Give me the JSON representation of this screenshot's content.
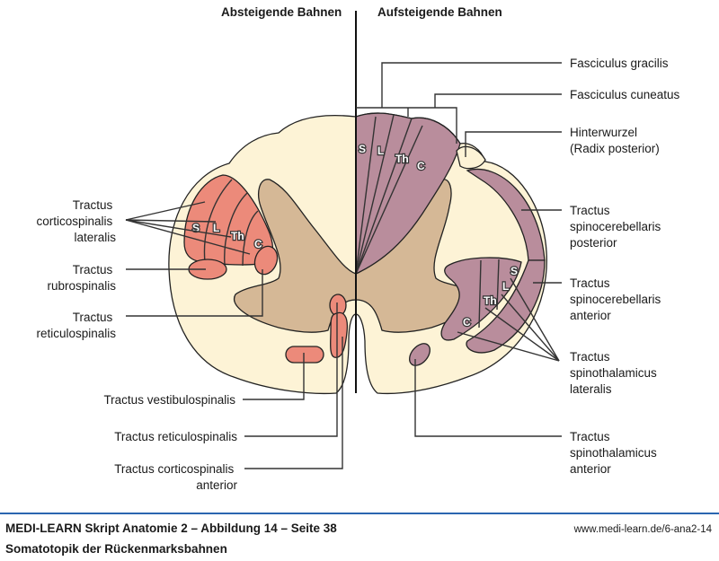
{
  "headers": {
    "left": "Absteigende Bahnen",
    "right": "Aufsteigende Bahnen"
  },
  "segment_letters": {
    "sacral": "S",
    "lumbar": "L",
    "thoracic": "Th",
    "cervical": "C"
  },
  "labels_left": {
    "corticospinalis_lateralis": [
      "Tractus",
      "corticospinalis",
      "lateralis"
    ],
    "rubrospinalis": [
      "Tractus",
      "rubrospinalis"
    ],
    "reticulospinalis_lateral": [
      "Tractus",
      "reticulospinalis"
    ],
    "vestibulospinalis": "Tractus vestibulospinalis",
    "reticulospinalis_medial": "Tractus reticulospinalis",
    "corticospinalis_anterior": [
      "Tractus corticospinalis",
      "anterior"
    ]
  },
  "labels_right": {
    "fasciculus_gracilis": "Fasciculus gracilis",
    "fasciculus_cuneatus": "Fasciculus cuneatus",
    "hinterwurzel": [
      "Hinterwurzel",
      "(Radix posterior)"
    ],
    "spinocerebellaris_posterior": [
      "Tractus",
      "spinocerebellaris",
      "posterior"
    ],
    "spinocerebellaris_anterior": [
      "Tractus",
      "spinocerebellaris",
      "anterior"
    ],
    "spinothalamicus_lateralis": [
      "Tractus",
      "spinothalamicus",
      "lateralis"
    ],
    "spinothalamicus_anterior": [
      "Tractus",
      "spinothalamicus",
      "anterior"
    ]
  },
  "colors": {
    "white_matter": "#fdf3d6",
    "grey_matter": "#d5b896",
    "descending_tract": "#ec8a7a",
    "ascending_tract": "#b98d9c",
    "footer_rule": "#2a66b0"
  },
  "footer": {
    "title": "MEDI-LEARN Skript Anatomie 2 – Abbildung 14 – Seite 38",
    "subtitle": "Somatotopik der Rückenmarksbahnen",
    "url": "www.medi-learn.de/6-ana2-14"
  }
}
